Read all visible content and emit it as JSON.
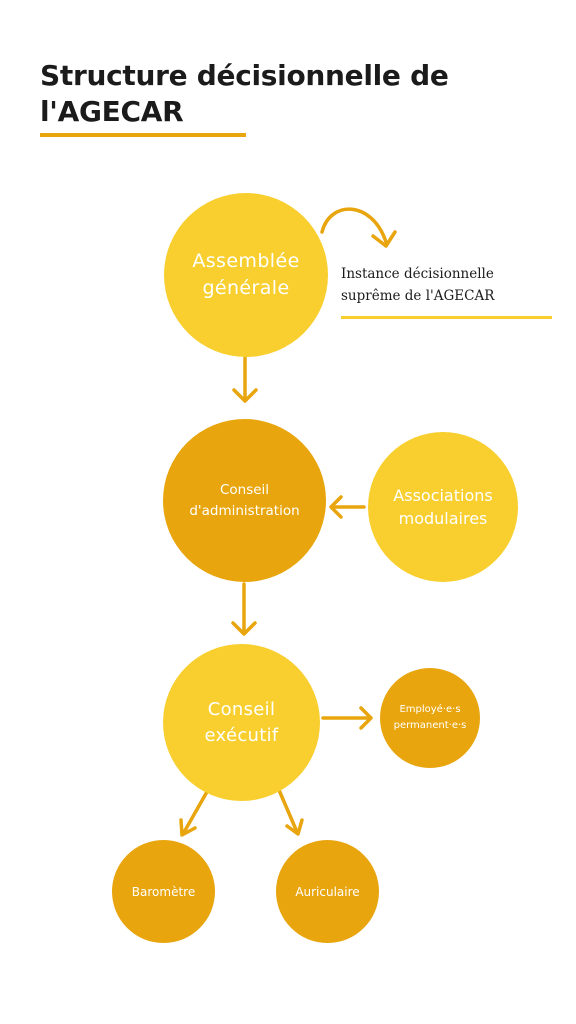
{
  "title": "Structure décisionnelle de l'AGECAR",
  "colors": {
    "light_yellow": "#f8cf2e",
    "dark_yellow": "#e8a50d",
    "text_dark": "#1b1b1b",
    "text_light": "#ffffff"
  },
  "nodes": {
    "assemblee": {
      "line1": "Assemblée",
      "line2": "générale"
    },
    "conseil_admin": {
      "line1": "Conseil",
      "line2": "d'administration"
    },
    "associations": {
      "line1": "Associations",
      "line2": "modulaires"
    },
    "conseil_exec": {
      "line1": "Conseil",
      "line2": "exécutif"
    },
    "employes": {
      "line1": "Employé·e·s",
      "line2": "permanent·e·s"
    },
    "barometre": {
      "label": "Baromètre"
    },
    "auriculaire": {
      "label": "Auriculaire"
    }
  },
  "annotation": {
    "line1": "Instance décisionnelle",
    "line2": "suprême de l'AGECAR"
  }
}
